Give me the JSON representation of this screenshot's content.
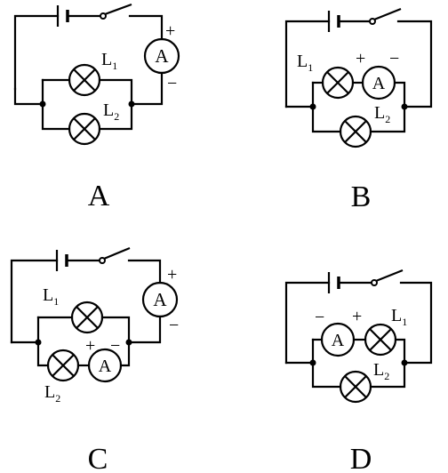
{
  "diagrams": [
    {
      "caption": "A",
      "lamp1": {
        "base": "L",
        "sub": "1"
      },
      "lamp2": {
        "base": "L",
        "sub": "2"
      },
      "ammeter": {
        "symbol": "A",
        "plus": "+",
        "minus": "−"
      }
    },
    {
      "caption": "B",
      "lamp1": {
        "base": "L",
        "sub": "1"
      },
      "lamp2": {
        "base": "L",
        "sub": "2"
      },
      "ammeter": {
        "symbol": "A",
        "plus": "+",
        "minus": "−"
      }
    },
    {
      "caption": "C",
      "lamp1": {
        "base": "L",
        "sub": "1"
      },
      "lamp2": {
        "base": "L",
        "sub": "2"
      },
      "ammeter": {
        "symbol": "A",
        "plus": "+",
        "minus": "−"
      }
    },
    {
      "caption": "D",
      "lamp1": {
        "base": "L",
        "sub": "1"
      },
      "lamp2": {
        "base": "L",
        "sub": "2"
      },
      "ammeter": {
        "symbol": "A",
        "plus": "+",
        "minus": "−"
      }
    }
  ]
}
